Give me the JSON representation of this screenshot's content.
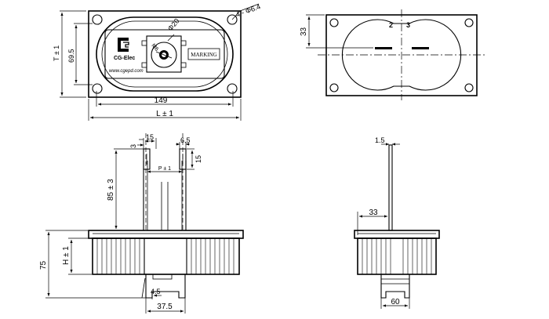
{
  "views": {
    "top": {
      "dim_thickness": "T ± 1",
      "dim_inner_height": "69.5",
      "dim_inner_width": "149",
      "dim_length": "L ± 1",
      "dim_holes": "4 - Φ6.4",
      "dim_dial": "Φ20",
      "dim_screw": "M6",
      "logo_text": "CG-Elec",
      "website": "www.cgepd.com",
      "marking_label": "MARKING"
    },
    "side": {
      "dim_height": "33",
      "pin_2": "2",
      "pin_3": "3"
    },
    "front": {
      "dim_3": "3",
      "dim_15_top": "15",
      "dim_6_5": "6.5",
      "dim_15_right": "15",
      "dim_pitch": "P ± 1",
      "dim_85": "85 ± 3",
      "dim_75": "75",
      "dim_h": "H ± 1",
      "dim_4_5": "4.5",
      "dim_37_5": "37.5"
    },
    "end": {
      "dim_1_5": "1.5",
      "dim_33": "33",
      "dim_60": "60"
    }
  }
}
